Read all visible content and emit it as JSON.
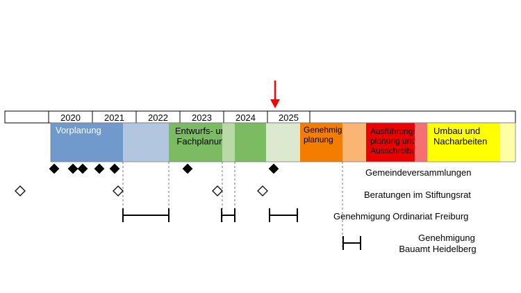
{
  "years": [
    "2020",
    "2021",
    "2022",
    "2023",
    "2024",
    "2025"
  ],
  "phases": [
    {
      "label": [
        "Vorplanung"
      ],
      "color": "#7099cc",
      "text_color": "#ffffff"
    },
    {
      "label": [
        ""
      ],
      "color": "#b3c6e0",
      "text_color": "#000000"
    },
    {
      "label": [
        "Entwurfs- und",
        "Fachplanung"
      ],
      "color": "#7bbb62",
      "text_color": "#000000"
    },
    {
      "label": [
        ""
      ],
      "color": "#b9d9a6",
      "text_color": "#000000"
    },
    {
      "label": [
        ""
      ],
      "color": "#7bbb62",
      "text_color": "#000000"
    },
    {
      "label": [
        ""
      ],
      "color": "#dce9cf",
      "text_color": "#000000"
    },
    {
      "label": [
        "Genehmigungs",
        "planung"
      ],
      "color": "#f47d00",
      "text_color": "#000000"
    },
    {
      "label": [
        ""
      ],
      "color": "#fab574",
      "text_color": "#000000"
    },
    {
      "label": [
        "Ausführungs-",
        "planung und",
        "Ausschreibung"
      ],
      "color": "#ee0000",
      "text_color": "#000000"
    },
    {
      "label": [
        ""
      ],
      "color": "#f57070",
      "text_color": "#000000"
    },
    {
      "label": [
        "Umbau und",
        "Nacharbeiten"
      ],
      "color": "#ffff00",
      "text_color": "#000000"
    },
    {
      "label": [
        ""
      ],
      "color": "#ffffa6",
      "text_color": "#000000"
    }
  ],
  "rows": [
    {
      "label": "Gemeindeversammlungen",
      "marker": "filled-diamond"
    },
    {
      "label": "Beratungen im Stiftungsrat",
      "marker": "hollow-diamond"
    },
    {
      "label": "Genehmigung Ordinariat Freiburg",
      "marker": "interval"
    },
    {
      "label": [
        "Genehmigung",
        "Bauamt Heidelberg"
      ],
      "marker": "interval"
    }
  ],
  "colors": {
    "current_marker": "#ff0000",
    "outline": "#000000"
  }
}
